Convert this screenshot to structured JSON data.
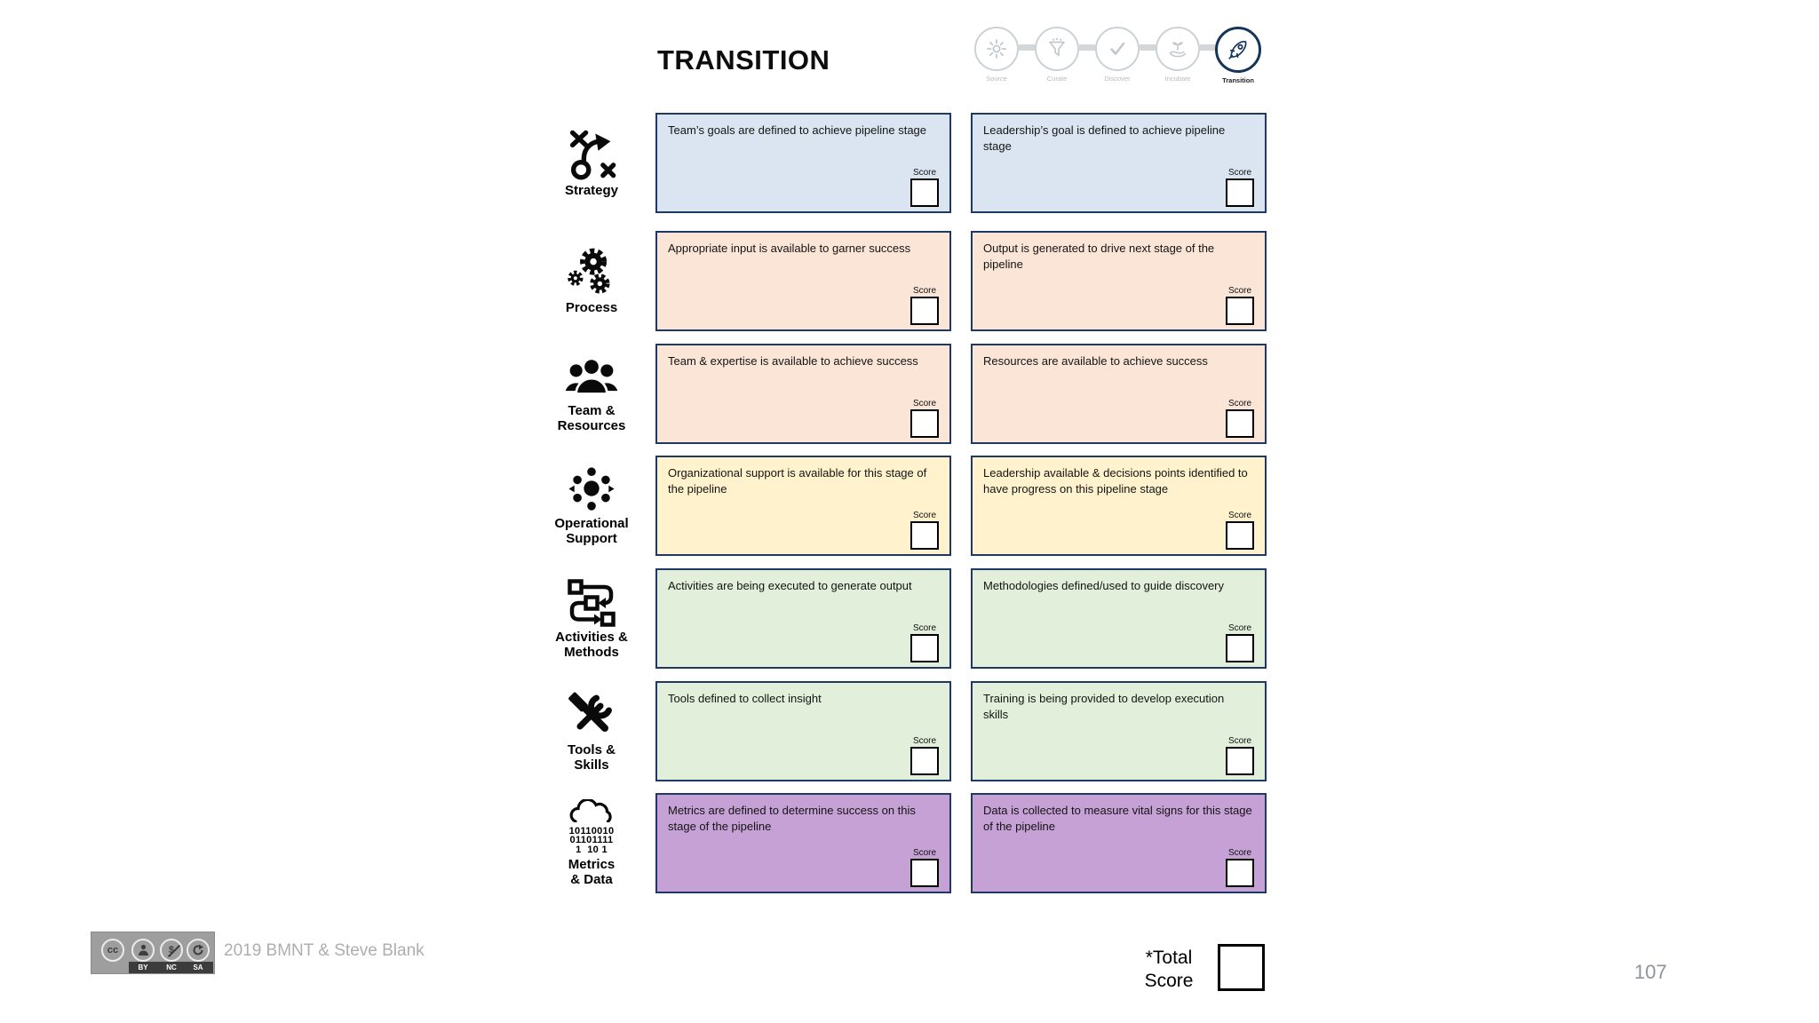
{
  "slide": {
    "title": "TRANSITION",
    "page_number": "107",
    "attribution": "2019 BMNT & Steve Blank",
    "total_score": {
      "label_line1": "*Total",
      "label_line2": "Score",
      "value": ""
    }
  },
  "score_label": "Score",
  "pipeline": {
    "steps": [
      {
        "label": "Source",
        "icon": "sun-burst-icon",
        "active": false
      },
      {
        "label": "Curate",
        "icon": "funnel-icon",
        "active": false
      },
      {
        "label": "Discover",
        "icon": "checkmark-icon",
        "active": false
      },
      {
        "label": "Incubate",
        "icon": "hand-sprout-icon",
        "active": false
      },
      {
        "label": "Transition",
        "icon": "rocket-icon",
        "active": true
      }
    ]
  },
  "rows": [
    {
      "category": "Strategy",
      "icon": "strategy-icon",
      "color": "#dbe5f1",
      "cards": [
        {
          "text": "Team’s goals are defined to achieve pipeline stage",
          "score": ""
        },
        {
          "text": "Leadership’s goal is defined to achieve pipeline stage",
          "score": ""
        }
      ]
    },
    {
      "category": "Process",
      "icon": "process-gears-icon",
      "color": "#fbe5d6",
      "cards": [
        {
          "text": "Appropriate input is available to garner success",
          "score": ""
        },
        {
          "text": "Output is generated to drive next stage of the pipeline",
          "score": ""
        }
      ]
    },
    {
      "category": "Team &\nResources",
      "icon": "team-people-icon",
      "color": "#fbe5d6",
      "cards": [
        {
          "text": "Team & expertise is available to achieve success",
          "score": ""
        },
        {
          "text": "Resources are available to achieve success",
          "score": ""
        }
      ]
    },
    {
      "category": "Operational\nSupport",
      "icon": "operational-support-hub-icon",
      "color": "#fff2cc",
      "cards": [
        {
          "text": "Organizational support is available for this stage of the pipeline",
          "score": ""
        },
        {
          "text": "Leadership available & decisions points identified to have progress on this pipeline stage",
          "score": ""
        }
      ]
    },
    {
      "category": "Activities &\nMethods",
      "icon": "activities-flowchart-icon",
      "color": "#e2efda",
      "cards": [
        {
          "text": "Activities are being executed to generate output",
          "score": ""
        },
        {
          "text": "Methodologies defined/used to guide discovery",
          "score": ""
        }
      ]
    },
    {
      "category": "Tools &\nSkills",
      "icon": "tools-hammer-wrench-icon",
      "color": "#e2efda",
      "cards": [
        {
          "text": "Tools defined to collect insight",
          "score": ""
        },
        {
          "text": "Training is being  provided to develop execution skills",
          "score": ""
        }
      ]
    },
    {
      "category": "Metrics\n& Data",
      "icon": "metrics-data-cloud-icon",
      "color": "#c6a1d5",
      "binary_lines": [
        "10110010",
        "01101111",
        "1  10 1"
      ],
      "cards": [
        {
          "text": "Metrics are defined to determine success on this stage of the pipeline",
          "score": ""
        },
        {
          "text": "Data is collected to measure vital signs for this stage of the pipeline",
          "score": ""
        }
      ]
    }
  ],
  "license": {
    "cc_text": "cc",
    "labels": [
      "BY",
      "NC",
      "SA"
    ]
  }
}
